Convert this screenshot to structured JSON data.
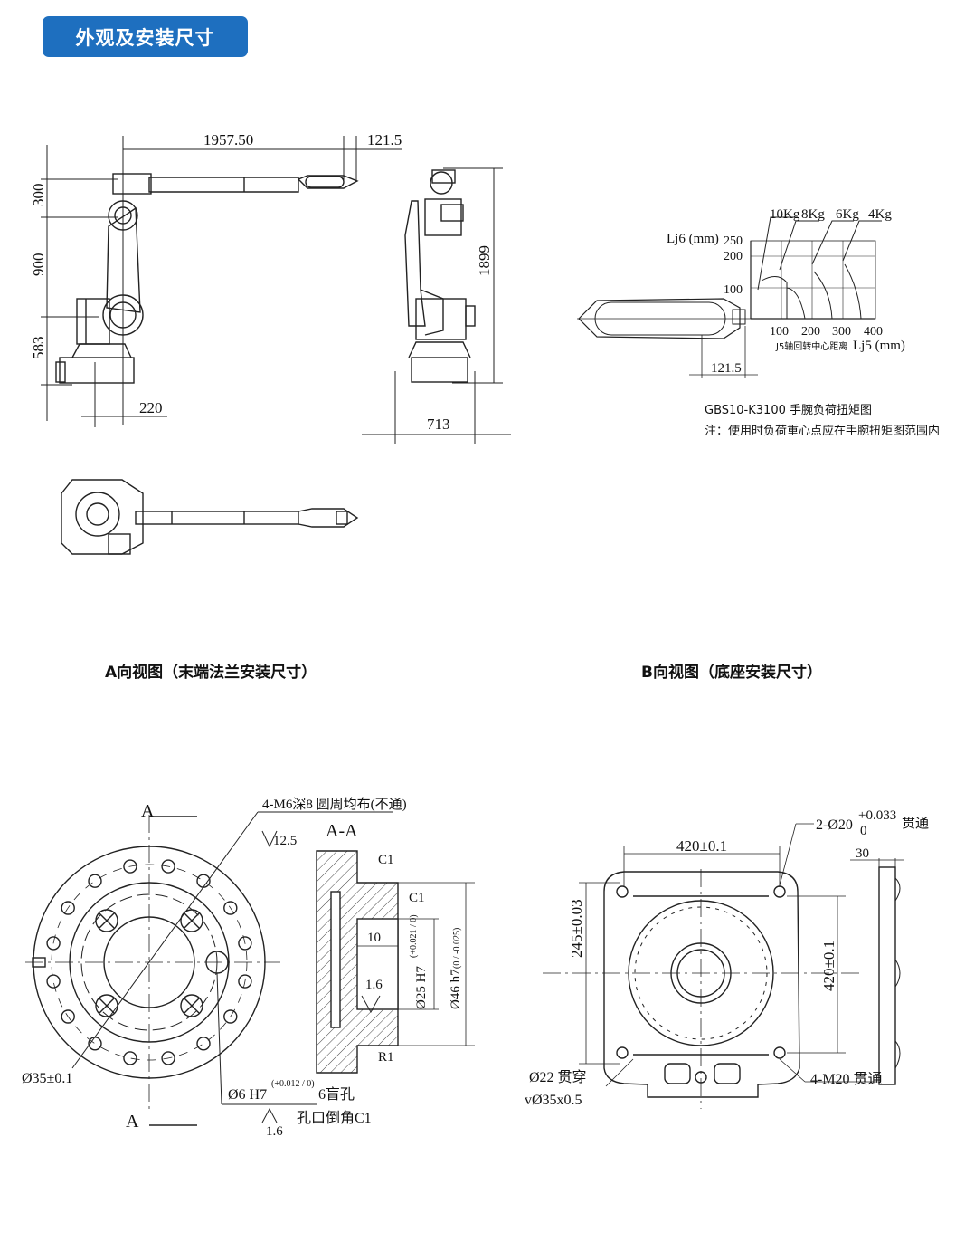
{
  "header": {
    "title": "外观及安装尺寸"
  },
  "side_view": {
    "dim_reach": "1957.50",
    "dim_tip": "121.5",
    "dim_300": "300",
    "dim_900": "900",
    "dim_583": "583",
    "dim_220": "220"
  },
  "front_view": {
    "dim_height": "1899",
    "dim_width": "713"
  },
  "torque_chart": {
    "y_axis_label": "Lj6 (mm)",
    "x_axis_label": "Lj5 (mm)",
    "x_sub_label": "J5轴回转中心距离",
    "loads": [
      "10Kg",
      "8Kg",
      "6Kg",
      "4Kg"
    ],
    "y_ticks": [
      "250",
      "200",
      "100"
    ],
    "x_ticks": [
      "100",
      "200",
      "300",
      "400"
    ],
    "offset_dim": "121.5",
    "title": "GBS10-K3100 手腕负荷扭矩图",
    "note": "注：使用时负荷重心点应在手腕扭矩图范围内"
  },
  "captions": {
    "view_a": "A向视图（末端法兰安装尺寸）",
    "view_b": "B向视图（底座安装尺寸）"
  },
  "flange": {
    "section_mark_top": "A",
    "section_mark_bottom": "A",
    "thread_note": "4-M6深8  圆周均布(不通)",
    "roughness_1": "12.5",
    "section_title": "A-A",
    "chamfer_1": "C1",
    "chamfer_2": "C1",
    "depth_10": "10",
    "roughness_2": "1.6",
    "dia_25": "Ø25 H7",
    "dia_25_tol": "(+0.021 / 0)",
    "dia_46": "Ø46 h7",
    "dia_46_tol": "(0 / -0.025)",
    "radius": "R1",
    "dia_35": "Ø35±0.1",
    "pin_hole": "Ø6 H7",
    "pin_hole_tol": "(+0.012 / 0)",
    "blind_hole": "6盲孔",
    "roughness_3": "1.6",
    "hole_chamfer": "孔口倒角C1"
  },
  "base": {
    "hole_note": "2-Ø20",
    "hole_tol_top": "+0.033",
    "hole_tol_bottom": "0",
    "through_1": "贯通",
    "dim_30": "30",
    "dim_420_h": "420±0.1",
    "dim_245": "245±0.03",
    "dim_420_v": "420±0.1",
    "dia_22": "Ø22  贯穿",
    "counterbore": "vØ35x0.5",
    "thread_note": "4-M20  贯通"
  }
}
